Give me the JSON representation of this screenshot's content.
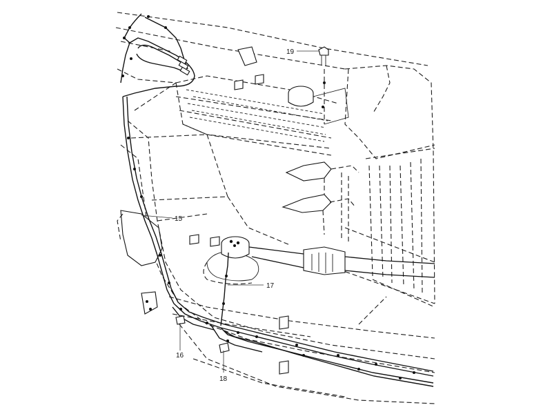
{
  "diagram": {
    "callouts": [
      {
        "id": "c15",
        "label": "15"
      },
      {
        "id": "c16",
        "label": "16"
      },
      {
        "id": "c17",
        "label": "17"
      },
      {
        "id": "c18",
        "label": "18"
      },
      {
        "id": "c19",
        "label": "19"
      }
    ]
  }
}
